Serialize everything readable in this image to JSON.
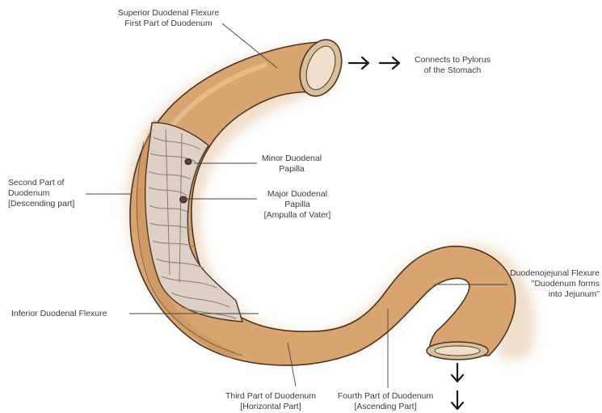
{
  "labels": {
    "superior_flexure": [
      "Superior Duodenal Flexure",
      "First Part of Duodenum"
    ],
    "pylorus": [
      "Connects to Pylorus",
      "of the Stomach"
    ],
    "second_part": [
      "Second Part of",
      "Duodenum",
      "[Descending part]"
    ],
    "minor_papilla": [
      "Minor Duodenal",
      "Papilla"
    ],
    "major_papilla": [
      "Major Duodenal",
      "Papilla",
      "[Ampulla of Vater]"
    ],
    "duodenojejunal": [
      "Duodenojejunal Flexure",
      "\"Duodenum forms",
      "into Jejunum\""
    ],
    "inferior_flexure": [
      "Inferior Duodenal Flexure"
    ],
    "third_part": [
      "Third Part of Duodenum",
      "[Horizontal Part]"
    ],
    "fourth_part": [
      "Fourth Part of Duodenum",
      "[Ascending Part]"
    ]
  },
  "colors": {
    "tube_fill": "#d9a46f",
    "tube_shadow": "#c48d5c",
    "outline": "#4a3424",
    "halo": "#ebd3b8",
    "mucosa": "#ddd1c6",
    "fold": "#8a7a70",
    "leader": "#444444"
  }
}
